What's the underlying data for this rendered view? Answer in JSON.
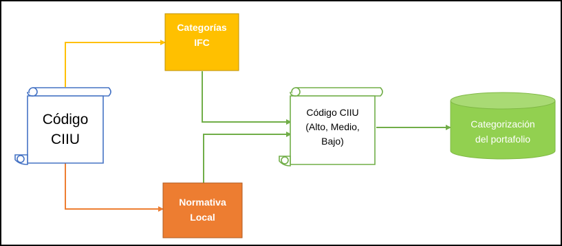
{
  "diagram": {
    "nodes": {
      "codigo_left": {
        "text": "Código\nCIIU",
        "shape": "scroll",
        "stroke": "#4472C4"
      },
      "categorias_ifc": {
        "text": "Categorías\nIFC",
        "shape": "box",
        "fill": "#FFC000",
        "stroke": "#BF9000",
        "text_color": "#FFFFFF"
      },
      "normativa_local": {
        "text": "Normativa\nLocal",
        "shape": "box",
        "fill": "#ED7D31",
        "stroke": "#AE5A21",
        "text_color": "#FFFFFF"
      },
      "codigo_center": {
        "text": "Código CIIU\n(Alto, Medio,\nBajo)",
        "shape": "scroll",
        "stroke": "#70AD47"
      },
      "categorizacion": {
        "text": "Categorización\ndel portafolio",
        "shape": "cylinder",
        "fill": "#92D050",
        "text_color": "#FFFFFF"
      }
    },
    "edges": [
      {
        "from": "codigo_left",
        "to": "categorias_ifc",
        "color": "#FFC000"
      },
      {
        "from": "codigo_left",
        "to": "normativa_local",
        "color": "#ED7D31"
      },
      {
        "from": "categorias_ifc",
        "to": "codigo_center",
        "color": "#70AD47"
      },
      {
        "from": "normativa_local",
        "to": "codigo_center",
        "color": "#70AD47"
      },
      {
        "from": "codigo_center",
        "to": "categorizacion",
        "color": "#70AD47"
      }
    ]
  }
}
